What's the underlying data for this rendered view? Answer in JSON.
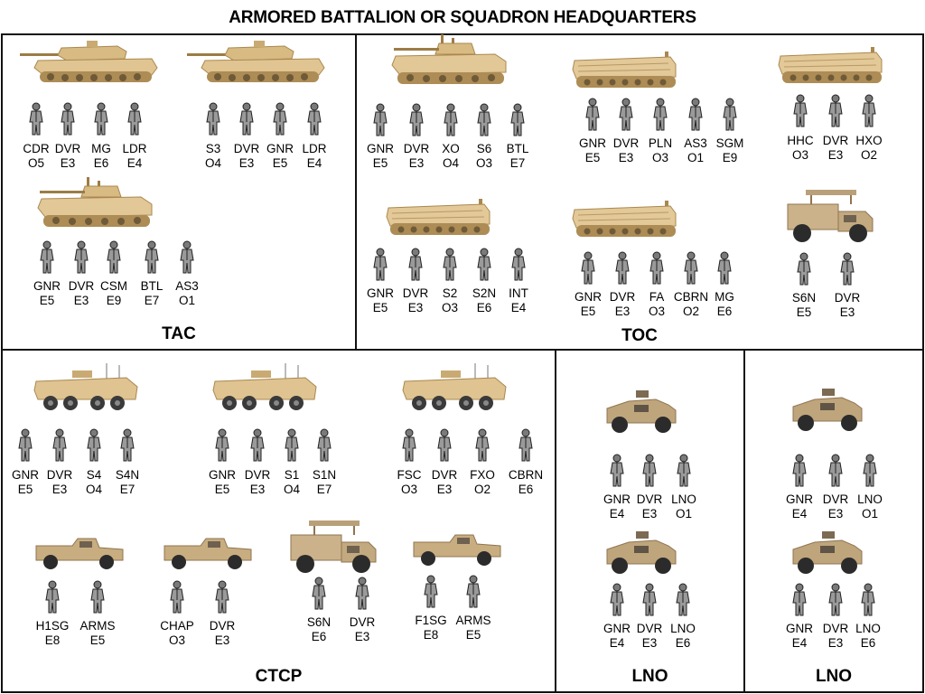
{
  "title": "ARMORED BATTALION OR SQUADRON HEADQUARTERS",
  "colors": {
    "vehicle_tan": "#dcc08c",
    "vehicle_dark": "#b8955a",
    "wheel": "#2b2b2b",
    "soldier_dark": "#2e2e2e",
    "soldier_light": "#8c8c8c",
    "border": "#111111"
  },
  "panels": [
    {
      "id": "tac",
      "label": "TAC"
    },
    {
      "id": "toc",
      "label": "TOC"
    },
    {
      "id": "ctcp",
      "label": "CTCP"
    },
    {
      "id": "lno1",
      "label": "LNO"
    },
    {
      "id": "lno2",
      "label": "LNO"
    }
  ],
  "groups": [
    {
      "vehicle": "tank-icon",
      "crew": [
        {
          "role": "CDR",
          "rank": "O5"
        },
        {
          "role": "DVR",
          "rank": "E3"
        },
        {
          "role": "MG",
          "rank": "E6"
        },
        {
          "role": "LDR",
          "rank": "E4"
        }
      ]
    },
    {
      "vehicle": "tank-icon",
      "crew": [
        {
          "role": "S3",
          "rank": "O4"
        },
        {
          "role": "DVR",
          "rank": "E3"
        },
        {
          "role": "GNR",
          "rank": "E5"
        },
        {
          "role": "LDR",
          "rank": "E4"
        }
      ]
    },
    {
      "vehicle": "bradley-icon",
      "crew": [
        {
          "role": "GNR",
          "rank": "E5"
        },
        {
          "role": "DVR",
          "rank": "E3"
        },
        {
          "role": "CSM",
          "rank": "E9"
        },
        {
          "role": "BTL",
          "rank": "E7"
        },
        {
          "role": "AS3",
          "rank": "O1"
        }
      ]
    },
    {
      "vehicle": "bradley-icon",
      "crew": [
        {
          "role": "GNR",
          "rank": "E5"
        },
        {
          "role": "DVR",
          "rank": "E3"
        },
        {
          "role": "XO",
          "rank": "O4"
        },
        {
          "role": "S6",
          "rank": "O3"
        },
        {
          "role": "BTL",
          "rank": "E7"
        }
      ]
    },
    {
      "vehicle": "command-track-icon",
      "crew": [
        {
          "role": "GNR",
          "rank": "E5"
        },
        {
          "role": "DVR",
          "rank": "E3"
        },
        {
          "role": "PLN",
          "rank": "O3"
        },
        {
          "role": "AS3",
          "rank": "O1"
        },
        {
          "role": "SGM",
          "rank": "E9"
        }
      ]
    },
    {
      "vehicle": "command-track-icon",
      "crew": [
        {
          "role": "HHC",
          "rank": "O3"
        },
        {
          "role": "DVR",
          "rank": "E3"
        },
        {
          "role": "HXO",
          "rank": "O2"
        }
      ]
    },
    {
      "vehicle": "command-track-icon",
      "crew": [
        {
          "role": "GNR",
          "rank": "E5"
        },
        {
          "role": "DVR",
          "rank": "E3"
        },
        {
          "role": "S2",
          "rank": "O3"
        },
        {
          "role": "S2N",
          "rank": "E6"
        },
        {
          "role": "INT",
          "rank": "E4"
        }
      ]
    },
    {
      "vehicle": "command-track-icon",
      "crew": [
        {
          "role": "GNR",
          "rank": "E5"
        },
        {
          "role": "DVR",
          "rank": "E3"
        },
        {
          "role": "FA",
          "rank": "O3"
        },
        {
          "role": "CBRN",
          "rank": "O2"
        },
        {
          "role": "MG",
          "rank": "E6"
        }
      ]
    },
    {
      "vehicle": "shelter-truck-icon",
      "crew": [
        {
          "role": "S6N",
          "rank": "E5"
        },
        {
          "role": "DVR",
          "rank": "E3"
        }
      ]
    },
    {
      "vehicle": "stryker-icon",
      "crew": [
        {
          "role": "GNR",
          "rank": "E5"
        },
        {
          "role": "DVR",
          "rank": "E3"
        },
        {
          "role": "S4",
          "rank": "O4"
        },
        {
          "role": "S4N",
          "rank": "E7"
        }
      ]
    },
    {
      "vehicle": "stryker-icon",
      "crew": [
        {
          "role": "GNR",
          "rank": "E5"
        },
        {
          "role": "DVR",
          "rank": "E3"
        },
        {
          "role": "S1",
          "rank": "O4"
        },
        {
          "role": "S1N",
          "rank": "E7"
        }
      ]
    },
    {
      "vehicle": "stryker-icon",
      "crew": [
        {
          "role": "FSC",
          "rank": "O3"
        },
        {
          "role": "DVR",
          "rank": "E3"
        },
        {
          "role": "FXO",
          "rank": "O2"
        },
        {
          "role": "CBRN",
          "rank": "E6"
        }
      ]
    },
    {
      "vehicle": "humvee-icon",
      "crew": [
        {
          "role": "H1SG",
          "rank": "E8"
        },
        {
          "role": "ARMS",
          "rank": "E5"
        }
      ]
    },
    {
      "vehicle": "humvee-icon",
      "crew": [
        {
          "role": "CHAP",
          "rank": "O3"
        },
        {
          "role": "DVR",
          "rank": "E3"
        }
      ]
    },
    {
      "vehicle": "shelter-truck-icon",
      "crew": [
        {
          "role": "S6N",
          "rank": "E6"
        },
        {
          "role": "DVR",
          "rank": "E3"
        }
      ]
    },
    {
      "vehicle": "humvee-icon",
      "crew": [
        {
          "role": "F1SG",
          "rank": "E8"
        },
        {
          "role": "ARMS",
          "rank": "E5"
        }
      ]
    },
    {
      "vehicle": "jltv-icon",
      "crew": [
        {
          "role": "GNR",
          "rank": "E4"
        },
        {
          "role": "DVR",
          "rank": "E3"
        },
        {
          "role": "LNO",
          "rank": "O1"
        }
      ]
    },
    {
      "vehicle": "jltv-icon",
      "crew": [
        {
          "role": "GNR",
          "rank": "E4"
        },
        {
          "role": "DVR",
          "rank": "E3"
        },
        {
          "role": "LNO",
          "rank": "E6"
        }
      ]
    },
    {
      "vehicle": "jltv-icon",
      "crew": [
        {
          "role": "GNR",
          "rank": "E4"
        },
        {
          "role": "DVR",
          "rank": "E3"
        },
        {
          "role": "LNO",
          "rank": "O1"
        }
      ]
    },
    {
      "vehicle": "jltv-icon",
      "crew": [
        {
          "role": "GNR",
          "rank": "E4"
        },
        {
          "role": "DVR",
          "rank": "E3"
        },
        {
          "role": "LNO",
          "rank": "E6"
        }
      ]
    }
  ]
}
